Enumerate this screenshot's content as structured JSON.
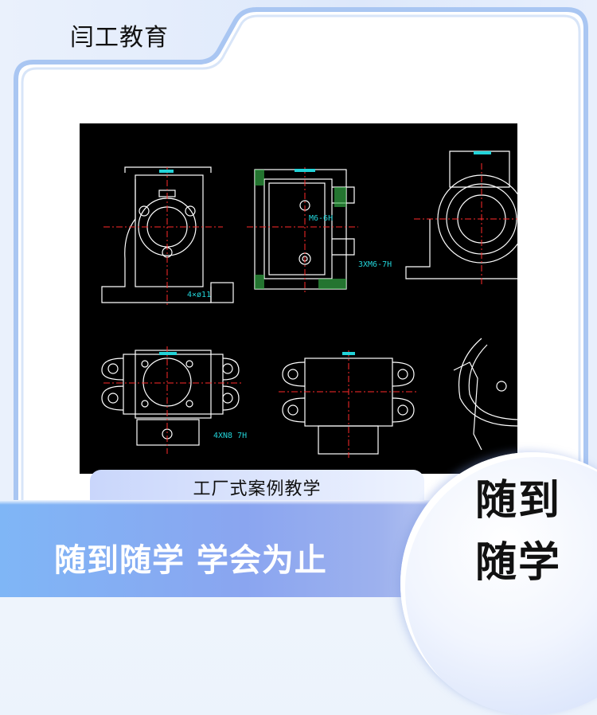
{
  "header": {
    "brand": "闫工教育"
  },
  "cad_drawing": {
    "background": "#000000",
    "line_color": "#ffffff",
    "centerline_color": "#ff2a2a",
    "dimension_color": "#22d3d8",
    "hatch_color": "#38b24a",
    "annotations": [
      "4×ø11",
      "M6-6H",
      "3XM6-7H",
      "4XN8 7H"
    ]
  },
  "ribbon": {
    "label": "工厂式案例教学"
  },
  "banner": {
    "slogan": "随到随学 学会为止"
  },
  "badge": {
    "line1": "随到",
    "line2": "随学"
  },
  "colors": {
    "frame": "#a9c6f2",
    "banner_start": "#7fb6f6",
    "banner_end": "#b8c6f2"
  }
}
